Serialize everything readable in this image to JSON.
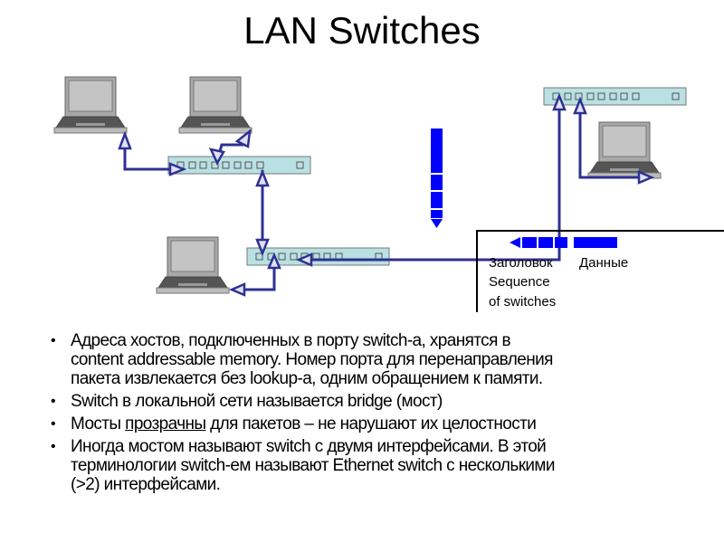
{
  "title": "LAN Switches",
  "diagram": {
    "packet_labels": {
      "header": "Заголовок",
      "data": "Данные",
      "sequence_line1": "Sequence",
      "sequence_line2": "of switches"
    },
    "colors": {
      "link": "#2e3192",
      "packet": "#0000ff",
      "switch_fill": "#b9e0e2",
      "laptop": "#c0c0c0"
    }
  },
  "bullets": [
    {
      "lines": [
        "Адреса хостов, подключенных в порту switch-a, хранятся в",
        "content addressable memory. Номер порта для перенаправления",
        "пакета извлекается без lookup-a, одним обращением к памяти."
      ]
    },
    {
      "lines": [
        "Switch в локальной сети называется bridge (мост)"
      ]
    },
    {
      "pre": "Мосты ",
      "underlined": "прозрачны",
      "post": " для пакетов – не нарушают их целостности"
    },
    {
      "lines": [
        "Иногда мостом называют switch с двумя интерфейсами. В этой",
        "терминологии switch-ем называют Ethernet switch с несколькими",
        "(>2) интерфейсами."
      ]
    }
  ]
}
